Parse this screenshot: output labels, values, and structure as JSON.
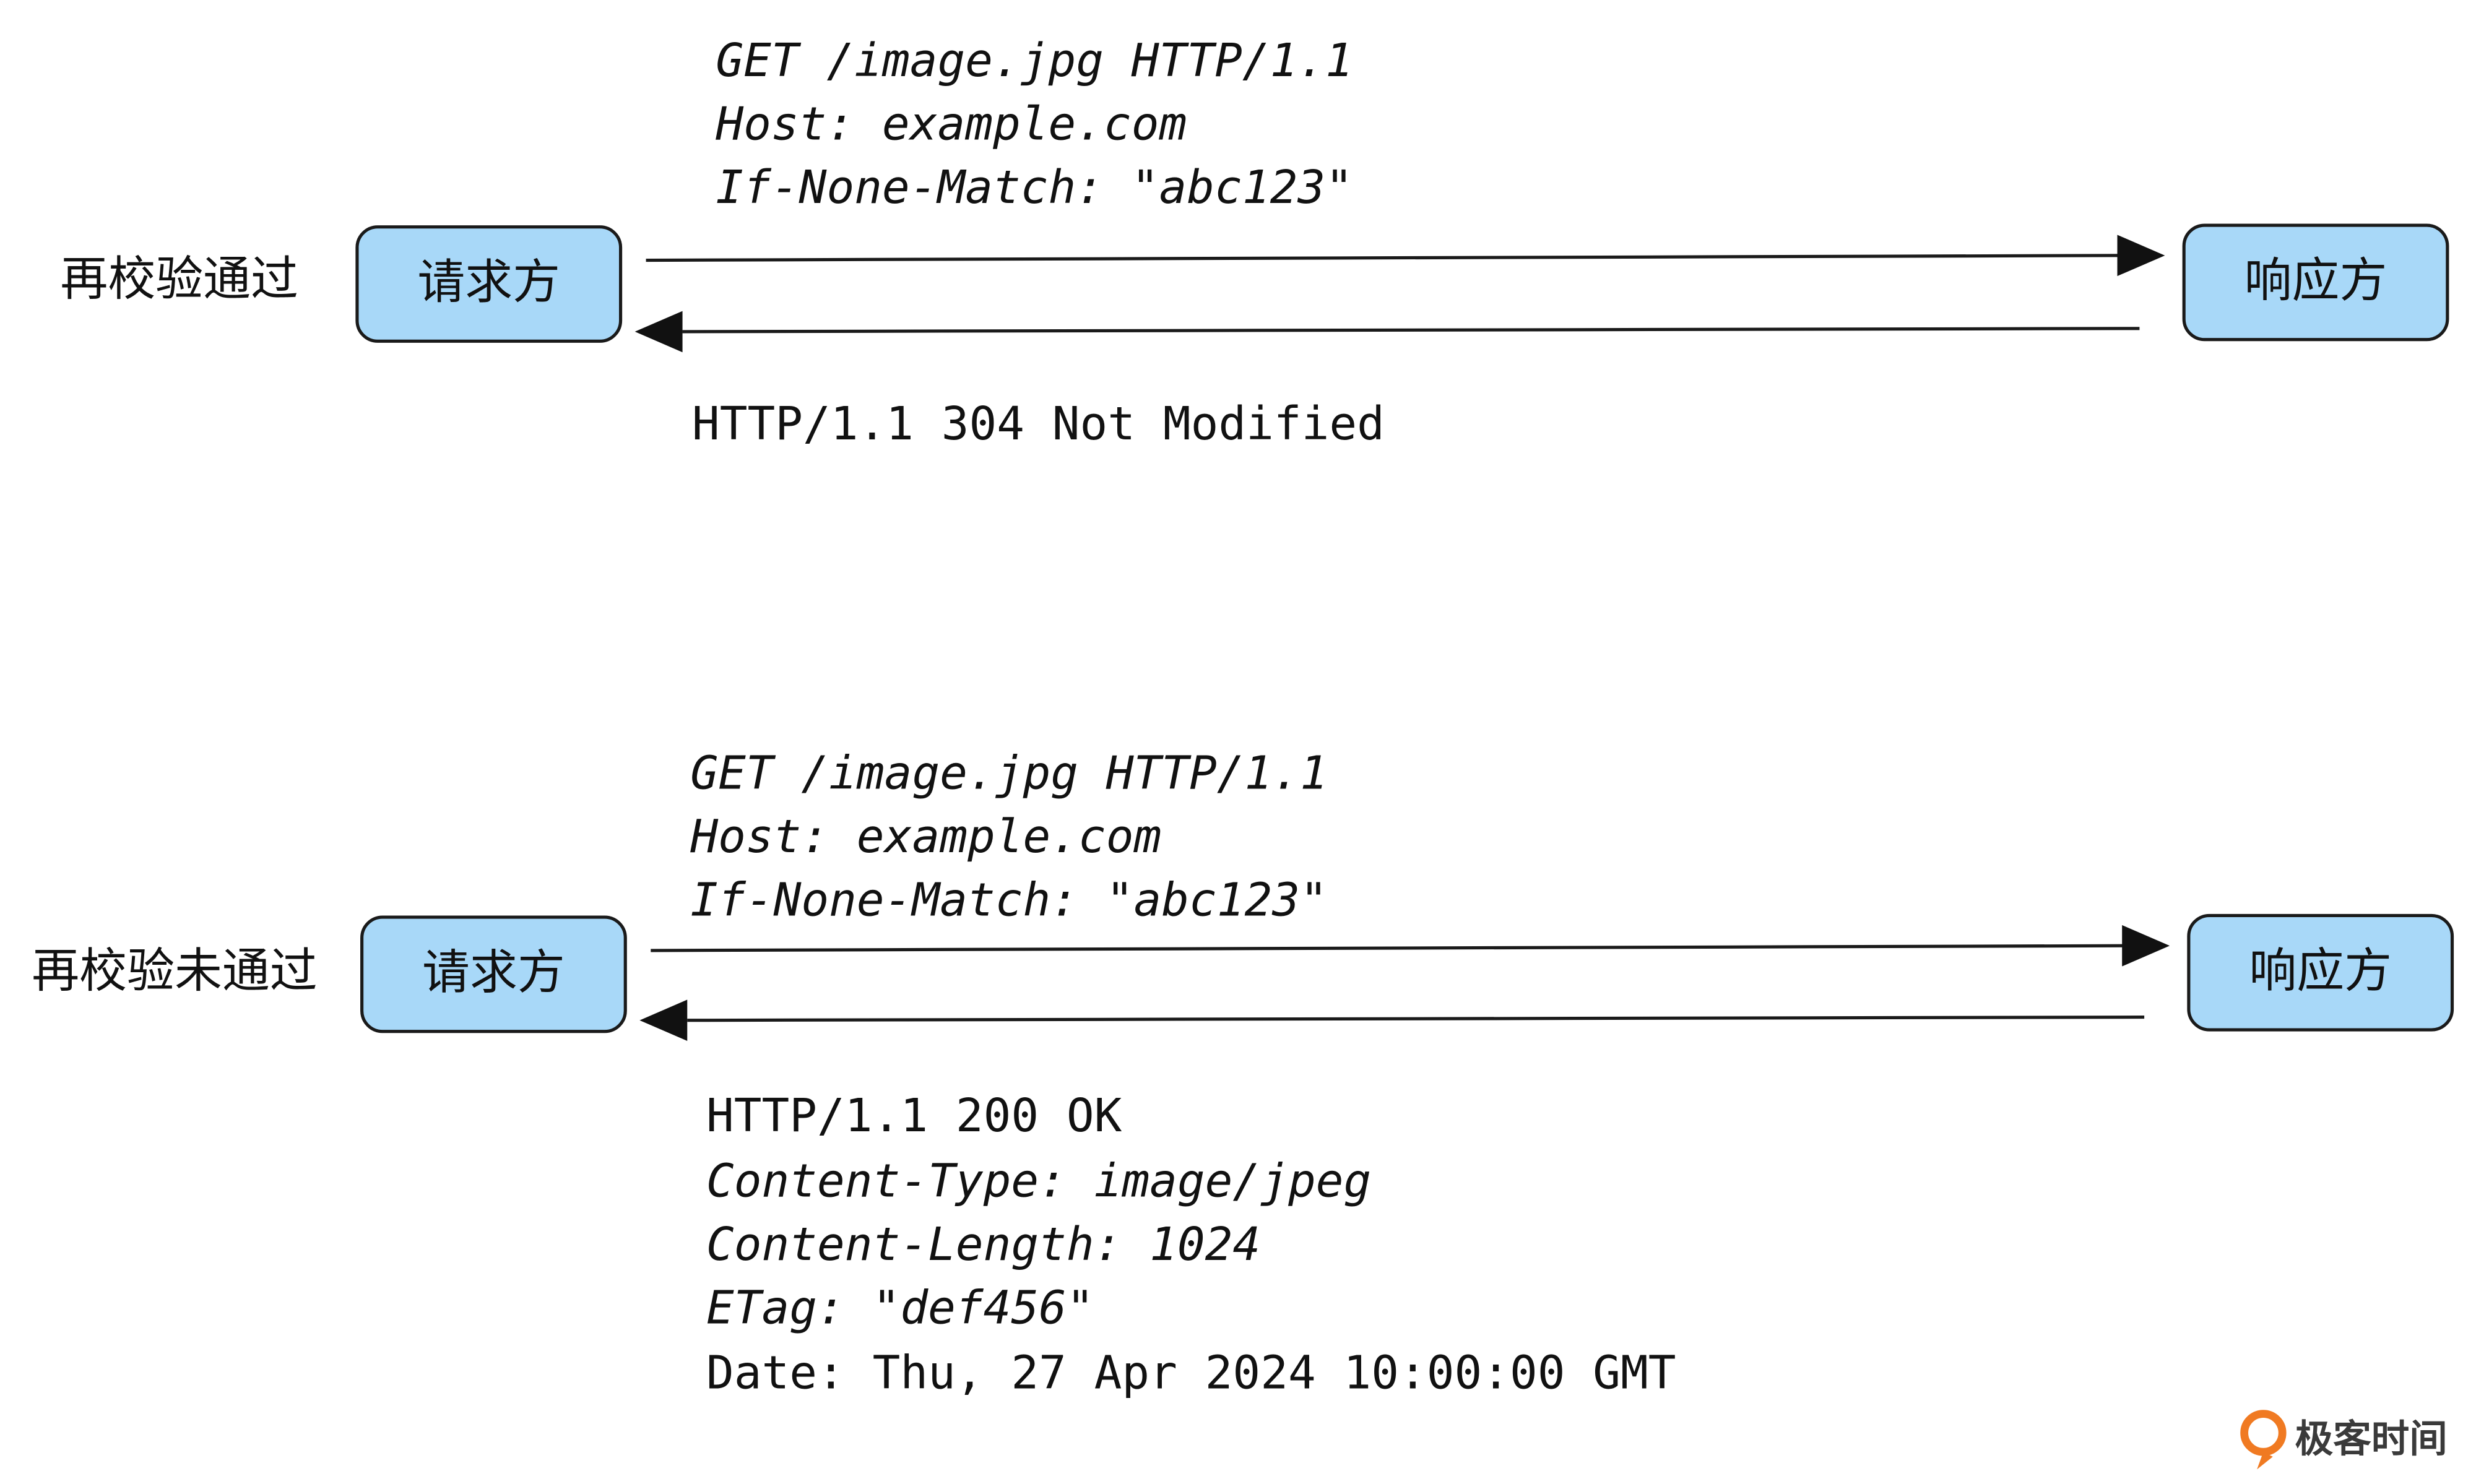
{
  "scenarios": [
    {
      "row_label": "再校验通过",
      "requester": "请求方",
      "responder": "响应方",
      "request_lines": [
        "GET /image.jpg HTTP/1.1",
        "Host: example.com",
        "If-None-Match: \"abc123\""
      ],
      "response_lines": [
        "HTTP/1.1 304 Not Modified"
      ]
    },
    {
      "row_label": "再校验未通过",
      "requester": "请求方",
      "responder": "响应方",
      "request_lines": [
        "GET /image.jpg HTTP/1.1",
        "Host: example.com",
        "If-None-Match: \"abc123\""
      ],
      "response_lines": [
        "HTTP/1.1 200 OK",
        "Content-Type: image/jpeg",
        "Content-Length: 1024",
        "ETag: \"def456\"",
        "Date: Thu, 27 Apr 2024 10:00:00 GMT"
      ]
    }
  ],
  "watermark": {
    "text": "极客时间",
    "accent": "#f07a22"
  },
  "colors": {
    "node_fill": "#a8d8f8",
    "line": "#1a1a1a"
  }
}
